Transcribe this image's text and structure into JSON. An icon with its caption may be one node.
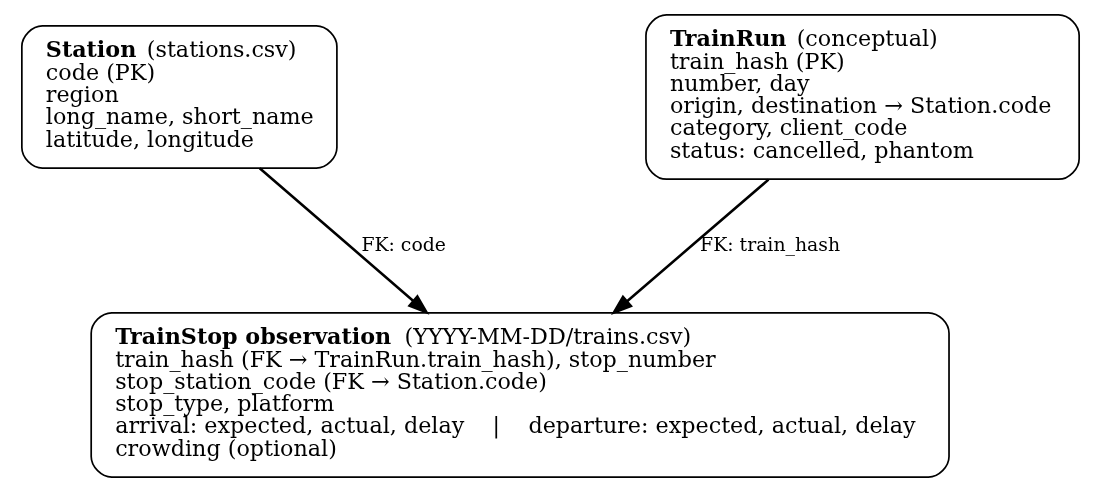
{
  "diagram": {
    "nodes": [
      {
        "text": [
          "**Station** (stations.csv)",
          "code (PK)",
          "region",
          "long_name, short_name",
          "latitude, longitude"
        ]
      },
      {
        "text": [
          "**TrainRun** (conceptual)",
          "train_hash (PK)",
          "number, day",
          "origin, destination → Station.code",
          "category, client_code",
          "status: cancelled, phantom"
        ]
      },
      {
        "text": [
          "**TrainStop observation** (YYYY-MM-DD/trains.csv)",
          "train_hash (FK → TrainRun.train_hash), stop_number",
          "stop_station_code (FK → Station.code)",
          "stop_type, platform",
          "arrival: expected, actual, delay    |    departure: expected, actual, delay",
          "crowding (optional)"
        ]
      }
    ],
    "edges": [
      {
        "from": 0,
        "to": 2,
        "arrow": "to",
        "label": "FK: code"
      },
      {
        "from": 1,
        "to": 2,
        "arrow": "to",
        "label": "FK: train_hash"
      }
    ]
  }
}
